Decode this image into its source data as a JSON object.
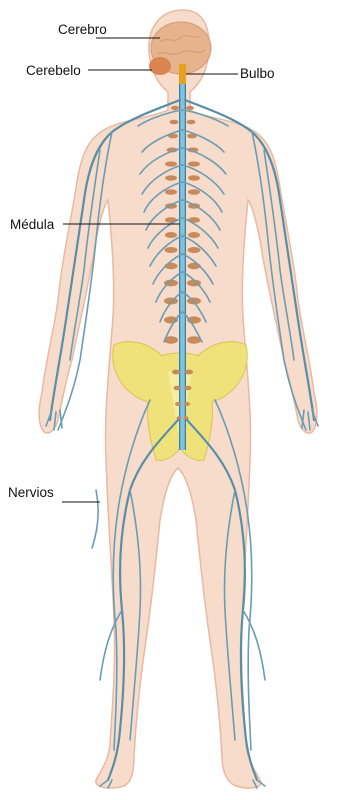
{
  "diagram": {
    "labels": {
      "cerebro": "Cerebro",
      "cerebelo": "Cerebelo",
      "bulbo": "Bulbo",
      "medula": "Médula",
      "nervios": "Nervios"
    },
    "colors": {
      "skin": "#f7dccb",
      "skin_outline": "#e8b9a3",
      "brain": "#e7b28e",
      "cerebellum": "#d9854f",
      "brainstem": "#e8a020",
      "spinal_cord": "#7ec4e0",
      "nerves": "#5a8ea6",
      "vertebra": "#c98a5a",
      "pelvis": "#f0e27a"
    }
  }
}
